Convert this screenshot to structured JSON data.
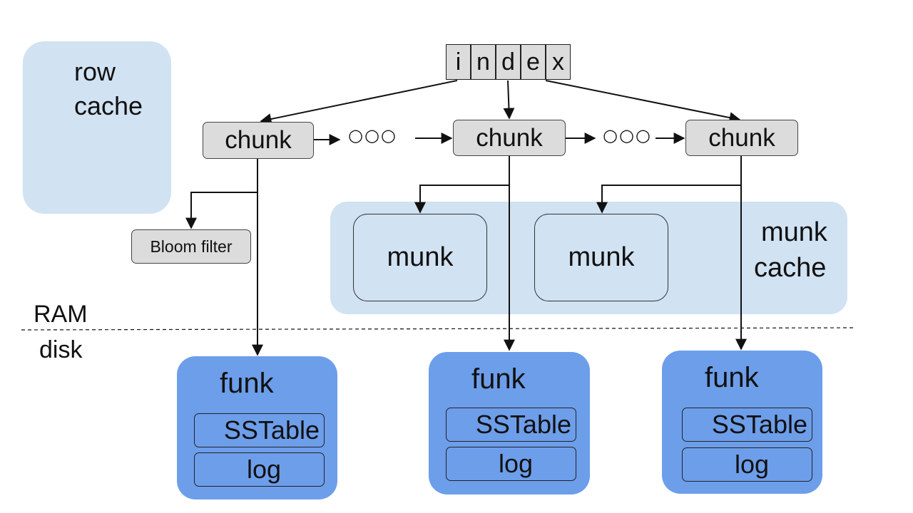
{
  "row_cache": {
    "line1": "row",
    "line2": "cache"
  },
  "index": {
    "letters": [
      "i",
      "n",
      "d",
      "e",
      "x"
    ]
  },
  "chunks": [
    "chunk",
    "chunk",
    "chunk"
  ],
  "ellipsis": "○○○",
  "bloom_filter": "Bloom filter",
  "munk_cache": {
    "boxes": [
      "munk",
      "munk"
    ],
    "line1": "munk",
    "line2": "cache"
  },
  "tiers": {
    "ram": "RAM",
    "disk": "disk"
  },
  "funks": [
    {
      "title": "funk",
      "sstable": "SSTable",
      "log": "log"
    },
    {
      "title": "funk",
      "sstable": "SSTable",
      "log": "log"
    },
    {
      "title": "funk",
      "sstable": "SSTable",
      "log": "log"
    }
  ],
  "colors": {
    "light_blue_panel": "#d1e2f2",
    "funk_blue": "#6d9eea",
    "gray_box": "#dcdcdc",
    "line": "#111111"
  }
}
